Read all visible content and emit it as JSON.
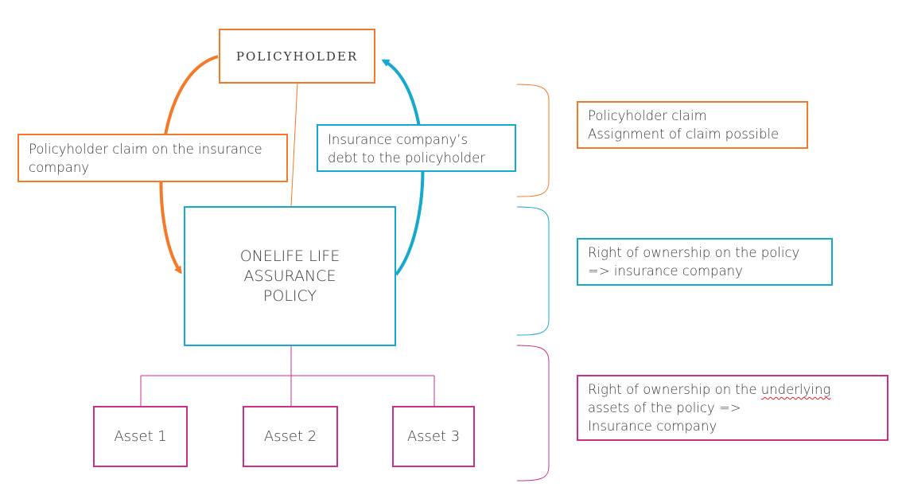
{
  "colors": {
    "orange": "#f47a2a",
    "cyan": "#16a8cf",
    "magenta": "#cc2f86",
    "text": "#3a3a3a"
  },
  "nodes": {
    "policyholder": "POLICYHOLDER",
    "policy": [
      "ONELIFE LIFE",
      "ASSURANCE",
      "POLICY"
    ],
    "assets": [
      "Asset 1",
      "Asset 2",
      "Asset 3"
    ]
  },
  "edges": {
    "claim_label": [
      "Policyholder claim on the insurance",
      "company"
    ],
    "debt_label": [
      "Insurance company’s",
      "debt to the policyholder"
    ]
  },
  "legend": {
    "policyholder_claim": [
      "Policyholder claim",
      "Assignment of claim possible"
    ],
    "policy_ownership": [
      "Right of ownership on the policy",
      "=> insurance company"
    ],
    "assets_ownership": {
      "line1_prefix": "Right of ownership on the ",
      "line1_flagged": "underlying",
      "line2": "assets of the policy =>",
      "line3": "Insurance company"
    }
  }
}
